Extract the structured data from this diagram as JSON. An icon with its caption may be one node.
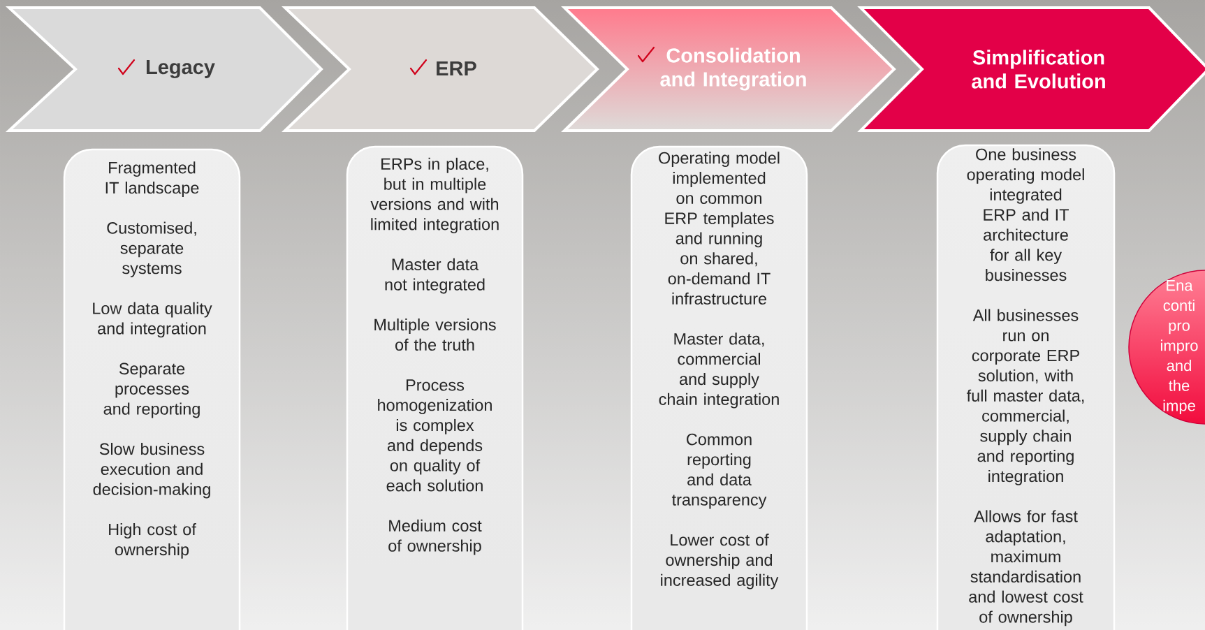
{
  "diagram": {
    "nodes": [
      {
        "text": [
          "Legacy"
        ]
      },
      {
        "text": [
          "ERP"
        ]
      },
      {
        "text": [
          "Consolidation and Integration"
        ]
      },
      {
        "text": [
          "Simplification and Evolution"
        ]
      },
      {
        "text": [
          "Fragmented IT landscape",
          "Customised, separate systems",
          "Low data quality and  integration",
          "Separate processes and reporting",
          "Slow business execution and decision-making",
          "High cost of ownership"
        ]
      },
      {
        "text": [
          "ERPs in place, but in multiple versions and with limited integration",
          "Master data not integrated",
          "Multiple versions of the truth",
          "Process homogenization is complex and depends on quality of each solution",
          "Medium cost of ownership"
        ]
      },
      {
        "text": [
          "Operating model implemented on common ERP templates and running on shared, on-demand IT infrastructure",
          "Master data, commercial  and supply chain integration",
          "Common reporting and data transparency",
          "Lower cost of ownership and increased agility"
        ]
      },
      {
        "text": [
          "One business operating model integrated ERP and IT architecture for all key businesses",
          "All businesses run on corporate ERP solution, with full master data, commercial, supply chain and reporting integration",
          "Allows for fast adaptation, maximum standardisation and lowest cost of ownership"
        ]
      },
      {
        "text": [
          "Ena conti pro impro and the impe"
        ]
      }
    ]
  }
}
